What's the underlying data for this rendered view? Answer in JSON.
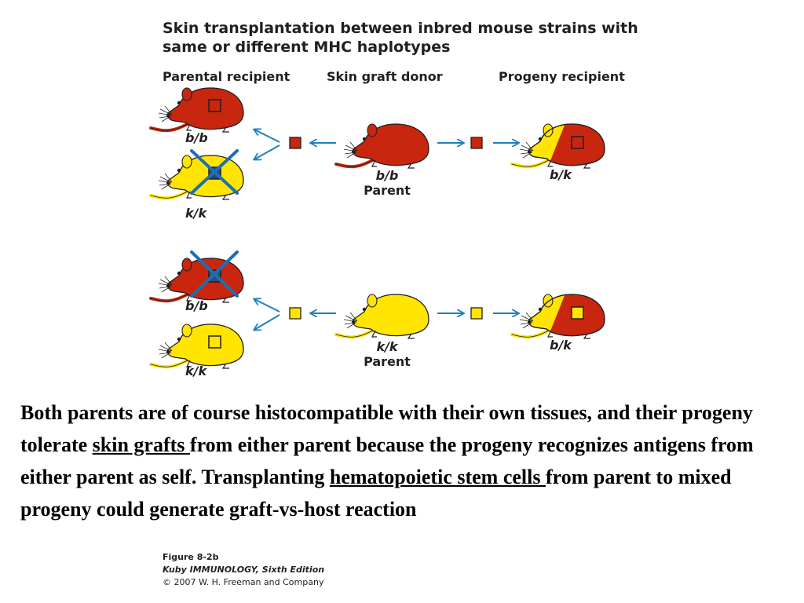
{
  "figure": {
    "title_line1": "Skin transplantation between inbred mouse strains with",
    "title_line2": "same or different MHC haplotypes",
    "col_parental": "Parental recipient",
    "col_donor": "Skin graft donor",
    "col_progeny": "Progeny recipient",
    "colors": {
      "bb_strain": "#c8260f",
      "kk_strain": "#ffe500",
      "arrow": "#1d7fbf",
      "reject_x": "#1d6fb0"
    },
    "rows": [
      {
        "recipients": [
          {
            "genotype": "b/b",
            "outcome": "accepted"
          },
          {
            "genotype": "k/k",
            "outcome": "rejected"
          }
        ],
        "donor": {
          "genotype": "b/b",
          "label": "Parent"
        },
        "progeny": {
          "genotype": "b/k",
          "outcome": "accepted"
        }
      },
      {
        "recipients": [
          {
            "genotype": "b/b",
            "outcome": "rejected"
          },
          {
            "genotype": "k/k",
            "outcome": "accepted"
          }
        ],
        "donor": {
          "genotype": "k/k",
          "label": "Parent"
        },
        "progeny": {
          "genotype": "b/k",
          "outcome": "accepted"
        }
      }
    ]
  },
  "text": {
    "p1": "Both parents are of course histocompatible with their own tissues, and their progeny tolerate ",
    "link1": "skin grafts ",
    "p2": "from either parent because the progeny recognizes  antigens from either parent as self. Transplanting ",
    "link2": "hematopoietic stem cells ",
    "p3": "from parent to mixed progeny could generate graft-vs-host reaction"
  },
  "credit": {
    "figure_number": "Figure 8-2b",
    "book": "Kuby IMMUNOLOGY, Sixth Edition",
    "copyright": "© 2007 W. H. Freeman and Company"
  }
}
